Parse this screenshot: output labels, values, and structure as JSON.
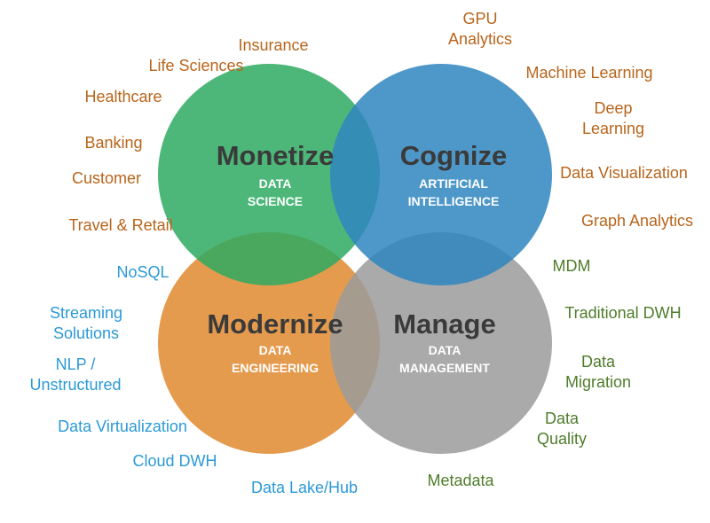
{
  "colors": {
    "monetize": "#2eaa62",
    "cognize": "#2f86c0",
    "modernize": "#e0892f",
    "manage": "#9b9b9b",
    "orange_text": "#b8651b",
    "blue_text": "#2b9ad6",
    "green_text": "#4e7d2a"
  },
  "circles": {
    "monetize": {
      "title": "Monetize",
      "sub1": "DATA",
      "sub2": "SCIENCE"
    },
    "cognize": {
      "title": "Cognize",
      "sub1": "ARTIFICIAL",
      "sub2": "INTELLIGENCE"
    },
    "modernize": {
      "title": "Modernize",
      "sub1": "DATA",
      "sub2": "ENGINEERING"
    },
    "manage": {
      "title": "Manage",
      "sub1": "DATA",
      "sub2": "MANAGEMENT"
    }
  },
  "labels": {
    "insurance": "Insurance",
    "life_sciences": "Life Sciences",
    "healthcare": "Healthcare",
    "banking": "Banking",
    "customer": "Customer",
    "travel_retail": "Travel & Retail",
    "gpu_analytics": [
      "GPU",
      "Analytics"
    ],
    "machine_learning": "Machine Learning",
    "deep_learning": [
      "Deep",
      "Learning"
    ],
    "data_visualization": "Data Visualization",
    "graph_analytics": "Graph Analytics",
    "nosql": "NoSQL",
    "streaming_solutions": [
      "Streaming",
      "Solutions"
    ],
    "nlp_unstructured": [
      "NLP /",
      "Unstructured"
    ],
    "data_virtualization": "Data Virtualization",
    "cloud_dwh": "Cloud DWH",
    "data_lake_hub": "Data Lake/Hub",
    "mdm": "MDM",
    "traditional_dwh": "Traditional DWH",
    "data_migration": [
      "Data",
      "Migration"
    ],
    "data_quality": [
      "Data",
      "Quality"
    ],
    "metadata": "Metadata"
  }
}
